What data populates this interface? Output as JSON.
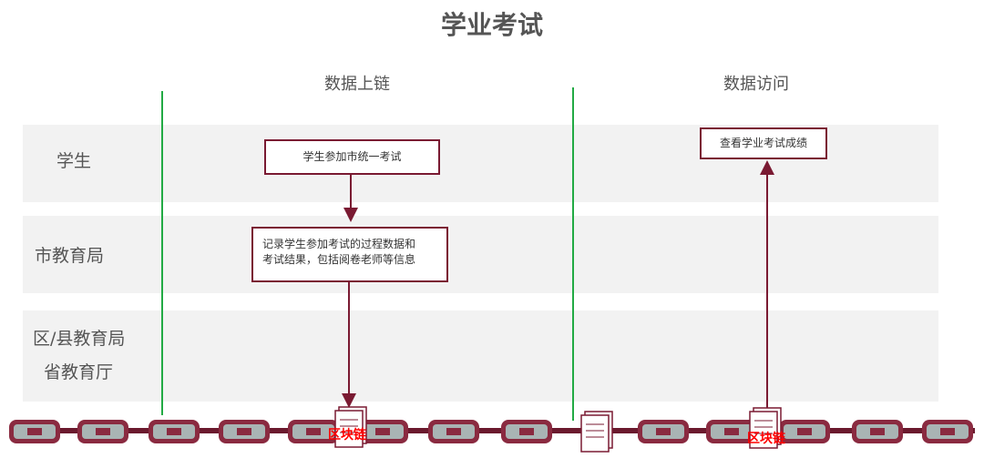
{
  "title": "学业考试",
  "columns": {
    "upload": "数据上链",
    "access": "数据访问"
  },
  "rows": {
    "student": "学生",
    "city_bureau": "市教育局",
    "district_bureau_line1": "区/县教育局",
    "district_bureau_line2": "省教育厅"
  },
  "boxes": {
    "exam": "学生参加市统一考试",
    "record_line1": "记录学生参加考试的过程数据和",
    "record_line2": "考试结果，包括阅卷老师等信息",
    "view": "查看学业考试成绩"
  },
  "blockchain": {
    "label_left": "区块链",
    "label_right": "区块链"
  },
  "colors": {
    "accent": "#7a1a32",
    "divider": "#22aa44",
    "band": "#f2f2f2",
    "chain_fill": "#a9b4b4",
    "blockchain_label": "#ff0000"
  }
}
